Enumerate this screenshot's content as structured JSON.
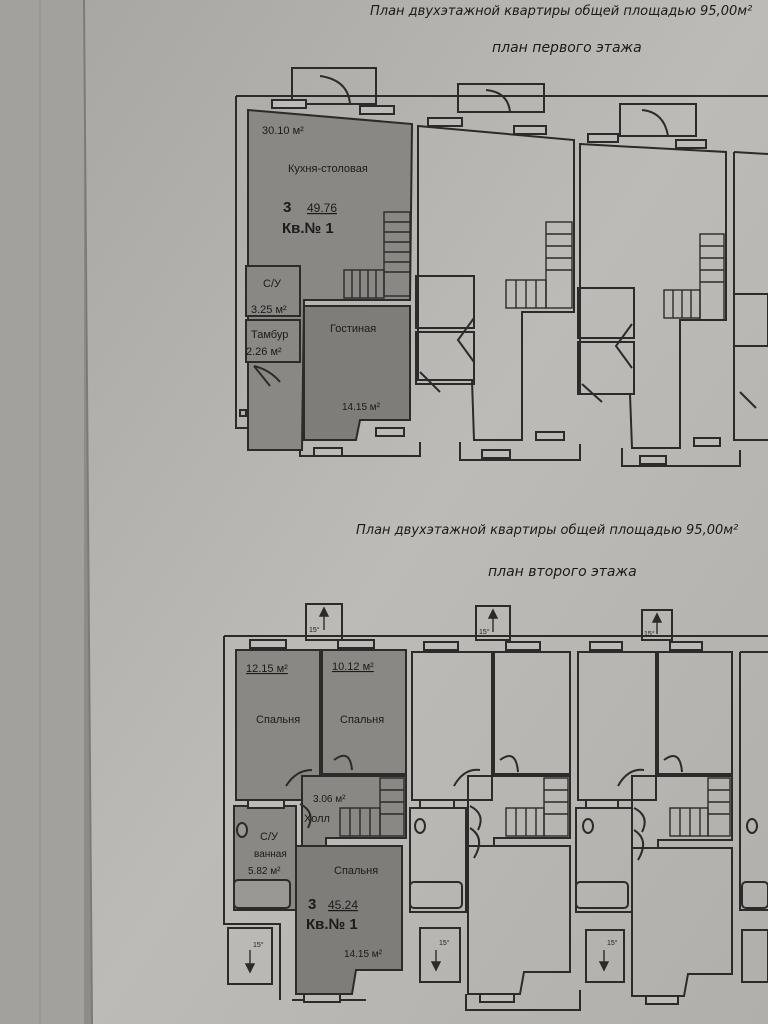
{
  "floor1": {
    "title": "План двухэтажной квартиры общей площадью 95,00м²",
    "subtitle": "план первого этажа",
    "total_area": "30.10 м²",
    "kitchen_label": "Кухня-столовая",
    "rooms_count": "3",
    "floor_area": "49.76",
    "apt_number": "Кв.№ 1",
    "wc_label": "С/У",
    "wc_area": "3.25 м²",
    "vestibule_label": "Тамбур",
    "vestibule_area": "2.26 м²",
    "living_label": "Гостиная",
    "living_area": "14.15 м²"
  },
  "floor2": {
    "title": "План двухэтажной квартиры общей площадью 95,00м²",
    "subtitle": "план второго этажа",
    "bedroom1_area": "12.15 м²",
    "bedroom2_area": "10.12 м²",
    "bedroom_label": "Спальня",
    "hall_area": "3.06 м²",
    "hall_label": "Холл",
    "bath_label_1": "С/У",
    "bath_label_2": "ванная",
    "bath_area": "5.82 м²",
    "rooms_count": "3",
    "floor_area": "45.24",
    "apt_number": "Кв.№ 1",
    "bedroom3_area": "14.15 м²",
    "slope": "15°"
  },
  "colors": {
    "page": "#b9b7b3",
    "wall": "#2c2b29",
    "fill": "#8a8885",
    "text": "#1c1b1a"
  }
}
